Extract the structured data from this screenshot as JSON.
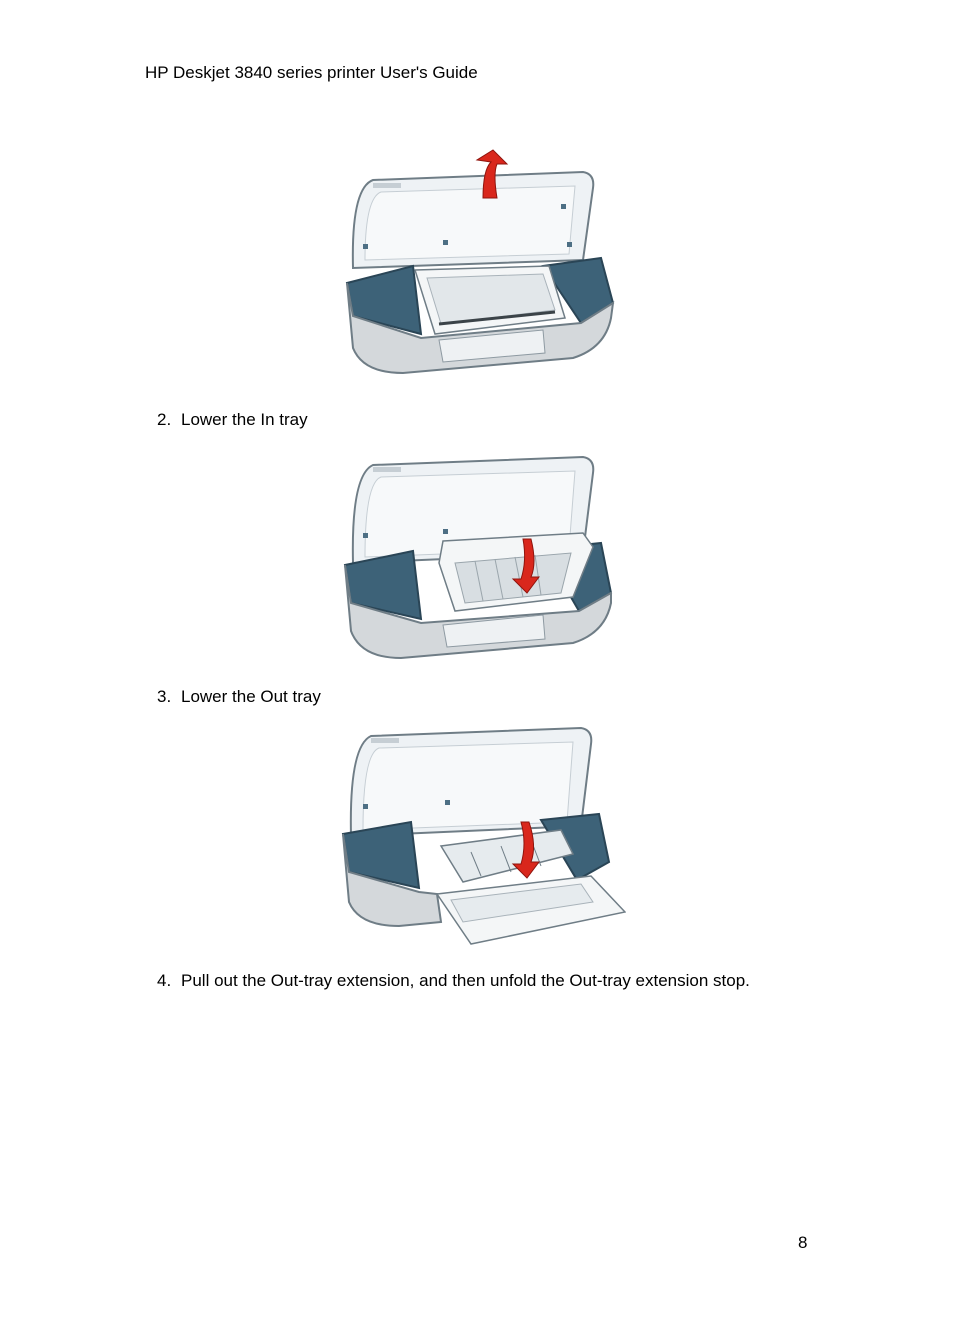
{
  "header": {
    "title": "HP Deskjet 3840 series printer User's Guide"
  },
  "steps": [
    {
      "number": "2.",
      "text": "Lower the In tray"
    },
    {
      "number": "3.",
      "text": "Lower the Out tray"
    },
    {
      "number": "4.",
      "text": "Pull out the Out-tray extension, and then unfold the Out-tray extension stop."
    }
  ],
  "footer": {
    "page_number": "8"
  },
  "colors": {
    "lid": "#eef2f5",
    "lid_edge": "#b9c4cc",
    "body_blue": "#3d6278",
    "body_blue_dark": "#2a4556",
    "base_gray": "#c9cdd1",
    "base_light": "#e4e7ea",
    "tray": "#f4f6f7",
    "arrow_red": "#d9271c"
  }
}
